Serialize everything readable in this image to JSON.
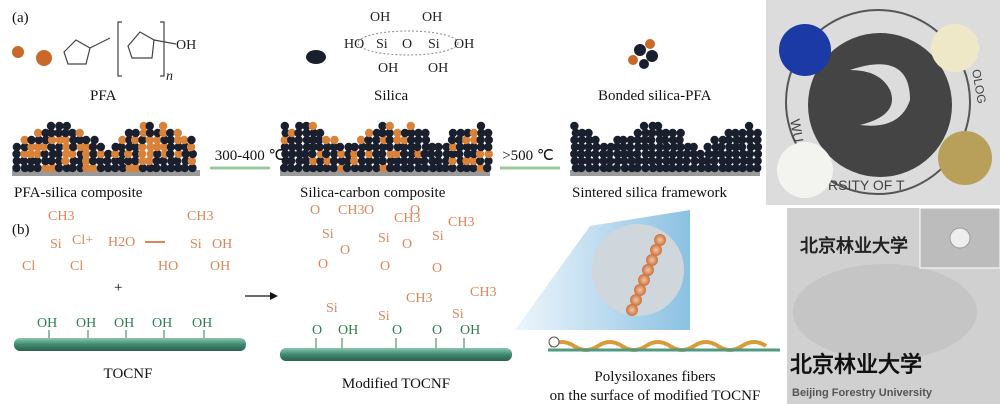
{
  "panel_a": {
    "label": "(a)",
    "pfa": {
      "name": "PFA",
      "oh": "OH",
      "n": "n"
    },
    "silica": {
      "name": "Silica",
      "groups": [
        "OH",
        "OH",
        "HO",
        "Si",
        "O",
        "Si",
        "OH",
        "OH",
        "OH"
      ]
    },
    "bonded": {
      "name": "Bonded silica-PFA"
    },
    "step1": {
      "name": "PFA-silica composite"
    },
    "arrow1": "300-400 ℃",
    "step2": {
      "name": "Silica-carbon composite"
    },
    "arrow2": ">500 ℃",
    "step3": {
      "name": "Sintered silica framework"
    }
  },
  "panel_b": {
    "label": "(b)",
    "reactant": {
      "ch3": "CH3",
      "si": "Si",
      "cl1": "Cl+",
      "cl2": "Cl",
      "cl3": "Cl",
      "water": "H2O"
    },
    "silanol": {
      "ch3": "CH3",
      "si": "Si",
      "oh1": "OH",
      "ho": "HO",
      "oh2": "OH"
    },
    "plus": "+",
    "tocnf": {
      "name": "TOCNF",
      "oh": "OH"
    },
    "modified": {
      "name": "Modified TOCNF",
      "o": "O",
      "oh": "OH",
      "si": "Si",
      "ch3": "CH3"
    },
    "fibers": {
      "line1": "Polysiloxanes fibers",
      "line2": "on the surface of modified TOCNF"
    }
  },
  "photos": {
    "top_logo_text": [
      "WUHAN",
      "RSITY OF T",
      "OLOG"
    ],
    "bottom_logo_text": [
      "北京林业大学",
      "Beijing Forestry University"
    ]
  },
  "colors": {
    "orange": "#d9865a",
    "green": "#2e7d4f",
    "rod": "#4f9a80",
    "dark": "#1a1f2e"
  }
}
